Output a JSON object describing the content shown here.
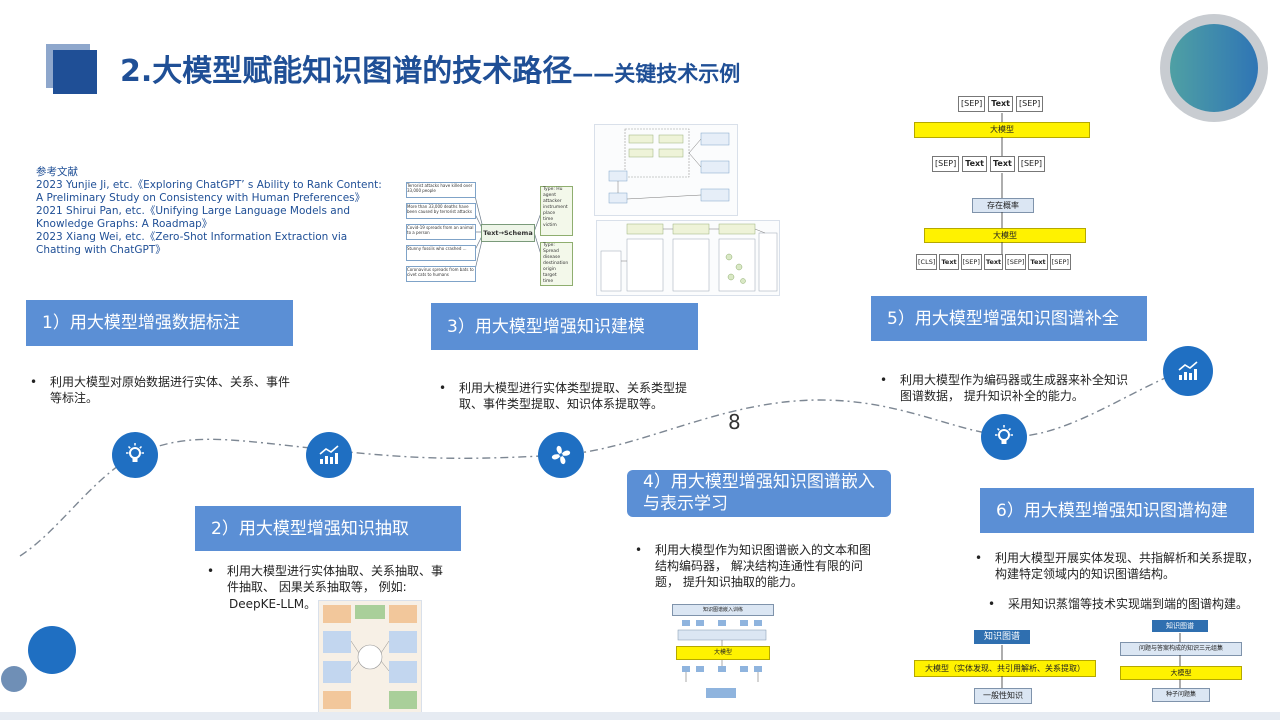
{
  "title": {
    "main": "2.大模型赋能知识图谱的技术路径",
    "sub": "——关键技术示例"
  },
  "references": {
    "heading": "参考文献",
    "items": [
      "2023 Yunjie Ji, etc.《Exploring ChatGPT’ s Ability to Rank Content: A Preliminary Study on Consistency with Human Preferences》",
      "2021 Shirui Pan, etc.《Unifying Large Language Models and Knowledge Graphs: A Roadmap》",
      "2023 Xiang Wei, etc.《Zero-Shot Information Extraction via Chatting with ChatGPT》"
    ]
  },
  "page_number": "8",
  "steps": [
    {
      "label": "1）用大模型增强数据标注",
      "desc": "利用大模型对原始数据进行实体、关系、事件等标注。"
    },
    {
      "label": "2）用大模型增强知识抽取",
      "desc": "利用大模型进行实体抽取、关系抽取、事件抽取、 因果关系抽取等， 例如:",
      "extra": "DeepKE-LLM。"
    },
    {
      "label": "3）用大模型增强知识建模",
      "desc": "利用大模型进行实体类型提取、关系类型提取、事件类型提取、知识体系提取等。"
    },
    {
      "label": "4）用大模型增强知识图谱嵌入与表示学习",
      "desc": "利用大模型作为知识图谱嵌入的文本和图结构编码器， 解决结构连通性有限的问题， 提升知识抽取的能力。"
    },
    {
      "label": "5）用大模型增强知识图谱补全",
      "desc": "利用大模型作为编码器或生成器来补全知识图谱数据， 提升知识补全的能力。"
    },
    {
      "label": "6）用大模型增强知识图谱构建",
      "desc": "利用大模型开展实体发现、共指解析和关系提取， 构建特定领域内的知识图谱结构。",
      "desc2": "采用知识蒸馏等技术实现端到端的图谱构建。"
    }
  ],
  "bullet": "•",
  "fig3": {
    "center": "Text→Schema",
    "left_boxes": [
      "Terrorist attacks have killed over 33,000 people",
      "More than 33,000 deaths have been caused by terrorist attacks",
      "Covid-19 spreads from an animal to a person",
      "Stunny fossils who crashed ...",
      "Coronavirus spreads from bats to civet cats to humans"
    ],
    "right_a": [
      "Type: Hu",
      "agent",
      "attacker",
      "instrument",
      "place",
      "time",
      "victim"
    ],
    "right_b": [
      "Type: Spread",
      "disease",
      "destination",
      "origin",
      "target",
      "time"
    ]
  },
  "fig5": {
    "top": [
      "[SEP]",
      "Text",
      "[SEP]"
    ],
    "llm1": "大模型",
    "mid": [
      "[SEP]",
      "Text",
      "Text",
      "[SEP]"
    ],
    "prob": "存在概率",
    "llm2": "大模型",
    "bottom": [
      "[CLS]",
      "Text",
      "[SEP]",
      "Text",
      "[SEP]",
      "Text",
      "[SEP]"
    ]
  },
  "fig6a": {
    "kg": "知识图谱",
    "llm": "大模型（实体发现、共引用解析、关系提取）",
    "gen": "一般性知识"
  },
  "fig6b": {
    "kg": "知识图谱",
    "mid": "问题与答案构成的知识三元组集",
    "llm": "大模型",
    "seed": "种子问题集"
  },
  "fig4": {
    "top": "知识图谱嵌入训练",
    "llm": "大模型"
  },
  "colors": {
    "accent": "#1f4f96",
    "label_bg": "#5b8fd5",
    "circle": "#1f6fc2"
  }
}
